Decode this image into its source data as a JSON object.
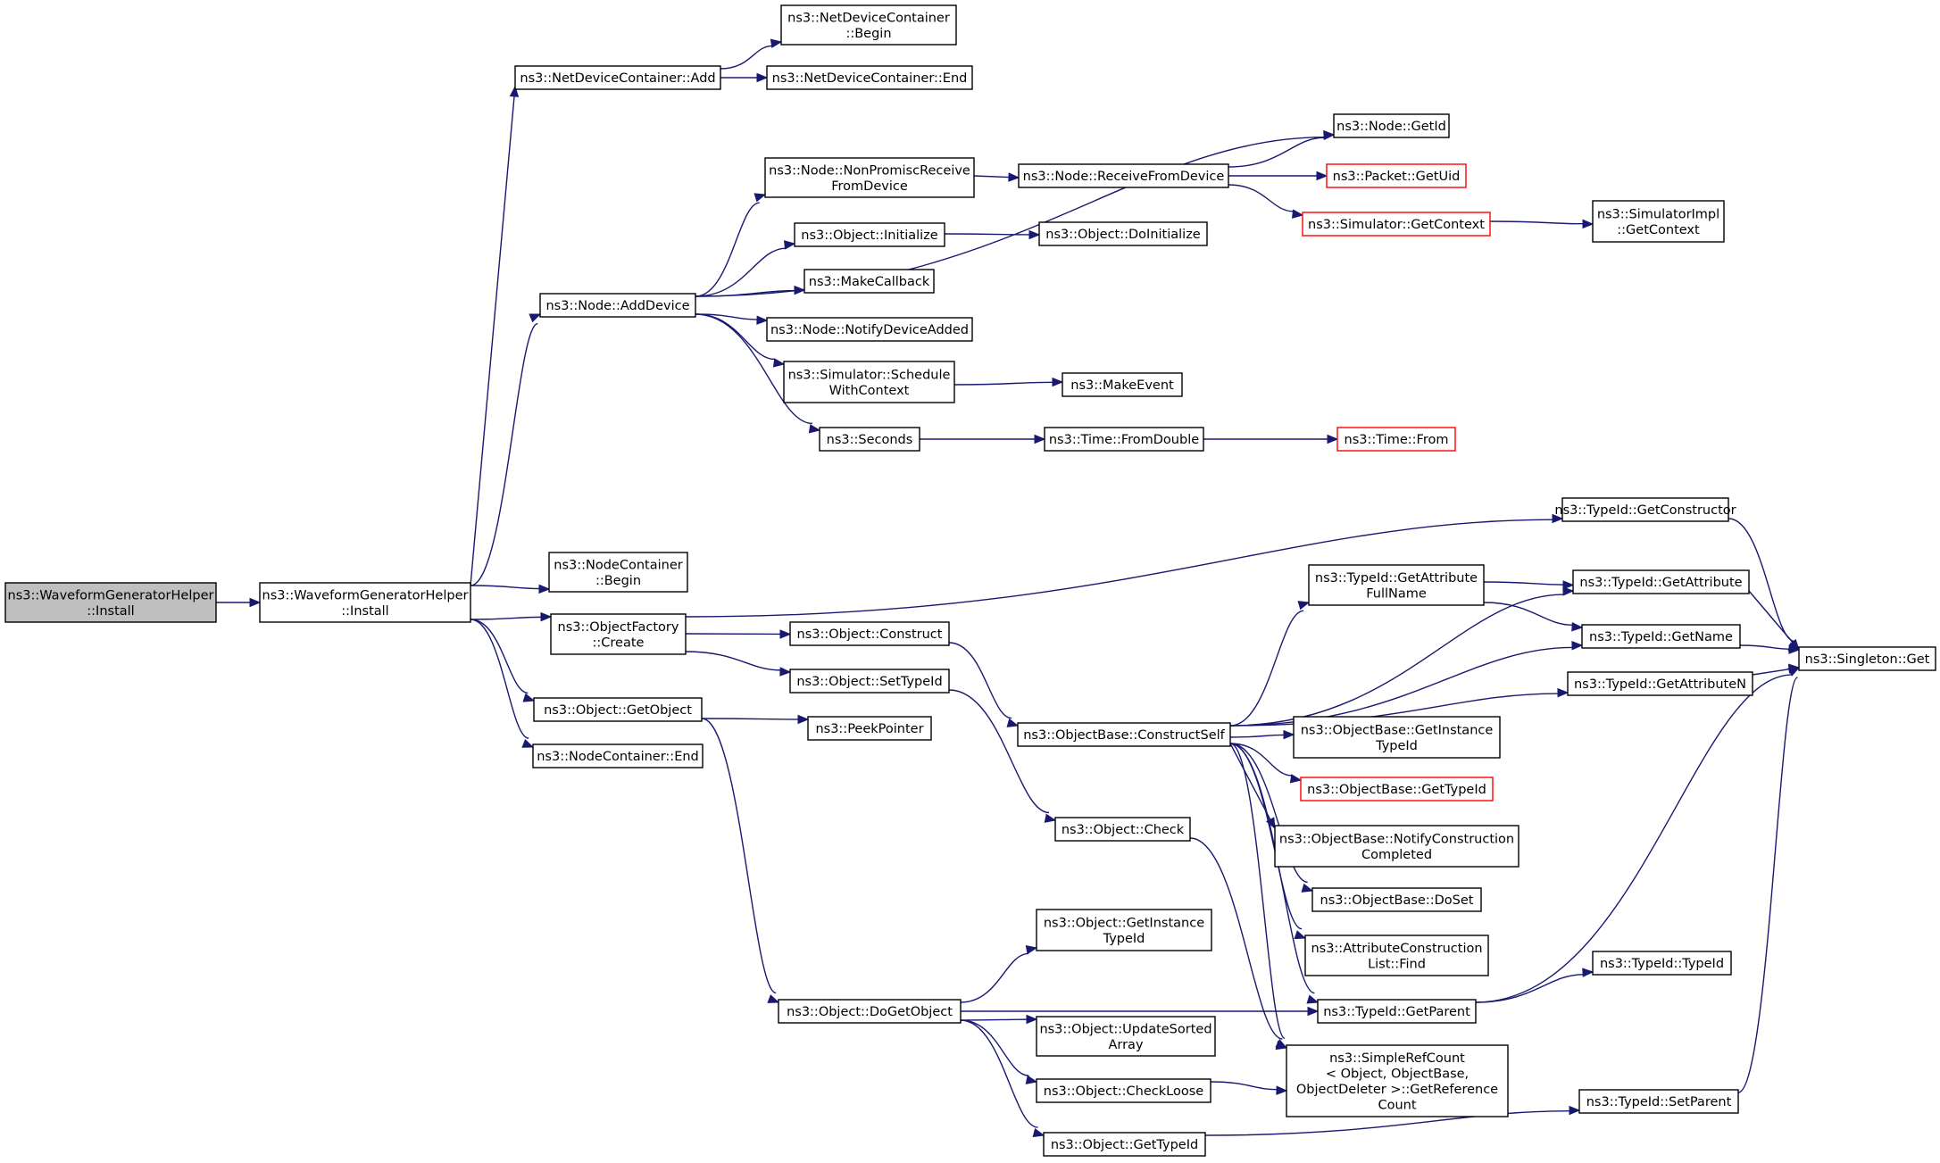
{
  "diagram": {
    "title": "",
    "colors": {
      "edge": "#191970",
      "node_border": "#000000",
      "node_border_truncated": "#ff0000",
      "node_fill": "#ffffff",
      "root_fill": "#bfbfbf",
      "text": "#000000"
    },
    "nodes": [
      {
        "id": "root",
        "lines": [
          "ns3::WaveformGeneratorHelper",
          "::Install"
        ],
        "style": "root"
      },
      {
        "id": "helper_install",
        "lines": [
          "ns3::WaveformGeneratorHelper",
          "::Install"
        ],
        "style": "normal"
      },
      {
        "id": "ndc_add",
        "lines": [
          "ns3::NetDeviceContainer::Add"
        ],
        "style": "normal"
      },
      {
        "id": "ndc_begin",
        "lines": [
          "ns3::NetDeviceContainer",
          "::Begin"
        ],
        "style": "normal"
      },
      {
        "id": "ndc_end",
        "lines": [
          "ns3::NetDeviceContainer::End"
        ],
        "style": "normal"
      },
      {
        "id": "node_getid",
        "lines": [
          "ns3::Node::GetId"
        ],
        "style": "normal"
      },
      {
        "id": "node_nonpromisc",
        "lines": [
          "ns3::Node::NonPromiscReceive",
          "FromDevice"
        ],
        "style": "normal"
      },
      {
        "id": "node_receive",
        "lines": [
          "ns3::Node::ReceiveFromDevice"
        ],
        "style": "normal"
      },
      {
        "id": "packet_getuid",
        "lines": [
          "ns3::Packet::GetUid"
        ],
        "style": "truncated"
      },
      {
        "id": "sim_getcontext",
        "lines": [
          "ns3::Simulator::GetContext"
        ],
        "style": "truncated"
      },
      {
        "id": "simimpl_getcontext",
        "lines": [
          "ns3::SimulatorImpl",
          "::GetContext"
        ],
        "style": "normal"
      },
      {
        "id": "obj_initialize",
        "lines": [
          "ns3::Object::Initialize"
        ],
        "style": "normal"
      },
      {
        "id": "obj_doinitialize",
        "lines": [
          "ns3::Object::DoInitialize"
        ],
        "style": "normal"
      },
      {
        "id": "node_adddevice",
        "lines": [
          "ns3::Node::AddDevice"
        ],
        "style": "normal"
      },
      {
        "id": "makecallback",
        "lines": [
          "ns3::MakeCallback"
        ],
        "style": "normal"
      },
      {
        "id": "node_notify",
        "lines": [
          "ns3::Node::NotifyDeviceAdded"
        ],
        "style": "normal"
      },
      {
        "id": "sim_schedule",
        "lines": [
          "ns3::Simulator::Schedule",
          "WithContext"
        ],
        "style": "normal"
      },
      {
        "id": "makeevent",
        "lines": [
          "ns3::MakeEvent"
        ],
        "style": "normal"
      },
      {
        "id": "seconds",
        "lines": [
          "ns3::Seconds"
        ],
        "style": "normal"
      },
      {
        "id": "time_fromdouble",
        "lines": [
          "ns3::Time::FromDouble"
        ],
        "style": "normal"
      },
      {
        "id": "time_from",
        "lines": [
          "ns3::Time::From"
        ],
        "style": "truncated"
      },
      {
        "id": "typeid_getconstructor",
        "lines": [
          "ns3::TypeId::GetConstructor"
        ],
        "style": "normal"
      },
      {
        "id": "nc_begin",
        "lines": [
          "ns3::NodeContainer",
          "::Begin"
        ],
        "style": "normal"
      },
      {
        "id": "typeid_getattrfullname",
        "lines": [
          "ns3::TypeId::GetAttribute",
          "FullName"
        ],
        "style": "normal"
      },
      {
        "id": "typeid_getattribute",
        "lines": [
          "ns3::TypeId::GetAttribute"
        ],
        "style": "normal"
      },
      {
        "id": "objfactory_create",
        "lines": [
          "ns3::ObjectFactory",
          "::Create"
        ],
        "style": "normal"
      },
      {
        "id": "obj_construct",
        "lines": [
          "ns3::Object::Construct"
        ],
        "style": "normal"
      },
      {
        "id": "typeid_getname",
        "lines": [
          "ns3::TypeId::GetName"
        ],
        "style": "normal"
      },
      {
        "id": "singleton_get",
        "lines": [
          "ns3::Singleton::Get"
        ],
        "style": "normal"
      },
      {
        "id": "obj_settypeid",
        "lines": [
          "ns3::Object::SetTypeId"
        ],
        "style": "normal"
      },
      {
        "id": "typeid_getattributen",
        "lines": [
          "ns3::TypeId::GetAttributeN"
        ],
        "style": "normal"
      },
      {
        "id": "obj_getobject",
        "lines": [
          "ns3::Object::GetObject"
        ],
        "style": "normal"
      },
      {
        "id": "peekpointer",
        "lines": [
          "ns3::PeekPointer"
        ],
        "style": "normal"
      },
      {
        "id": "objbase_constructself",
        "lines": [
          "ns3::ObjectBase::ConstructSelf"
        ],
        "style": "normal"
      },
      {
        "id": "objbase_getinstancetypeid",
        "lines": [
          "ns3::ObjectBase::GetInstance",
          "TypeId"
        ],
        "style": "normal"
      },
      {
        "id": "nc_end",
        "lines": [
          "ns3::NodeContainer::End"
        ],
        "style": "normal"
      },
      {
        "id": "objbase_gettypeid",
        "lines": [
          "ns3::ObjectBase::GetTypeId"
        ],
        "style": "truncated"
      },
      {
        "id": "obj_check",
        "lines": [
          "ns3::Object::Check"
        ],
        "style": "normal"
      },
      {
        "id": "objbase_notify",
        "lines": [
          "ns3::ObjectBase::NotifyConstruction",
          "Completed"
        ],
        "style": "normal"
      },
      {
        "id": "objbase_doset",
        "lines": [
          "ns3::ObjectBase::DoSet"
        ],
        "style": "normal"
      },
      {
        "id": "obj_getinstancetypeid",
        "lines": [
          "ns3::Object::GetInstance",
          "TypeId"
        ],
        "style": "normal"
      },
      {
        "id": "attrlist_find",
        "lines": [
          "ns3::AttributeConstruction",
          "List::Find"
        ],
        "style": "normal"
      },
      {
        "id": "typeid_typeid",
        "lines": [
          "ns3::TypeId::TypeId"
        ],
        "style": "normal"
      },
      {
        "id": "obj_dogetobject",
        "lines": [
          "ns3::Object::DoGetObject"
        ],
        "style": "normal"
      },
      {
        "id": "typeid_getparent",
        "lines": [
          "ns3::TypeId::GetParent"
        ],
        "style": "normal"
      },
      {
        "id": "obj_updatesorted",
        "lines": [
          "ns3::Object::UpdateSorted",
          "Array"
        ],
        "style": "normal"
      },
      {
        "id": "simplerefcount",
        "lines": [
          "ns3::SimpleRefCount",
          "< Object, ObjectBase,",
          "ObjectDeleter >::GetReference",
          "Count"
        ],
        "style": "normal"
      },
      {
        "id": "obj_checkloose",
        "lines": [
          "ns3::Object::CheckLoose"
        ],
        "style": "normal"
      },
      {
        "id": "typeid_setparent",
        "lines": [
          "ns3::TypeId::SetParent"
        ],
        "style": "normal"
      },
      {
        "id": "obj_gettypeid",
        "lines": [
          "ns3::Object::GetTypeId"
        ],
        "style": "normal"
      }
    ],
    "edges": [
      {
        "from": "root",
        "to": "helper_install"
      },
      {
        "from": "helper_install",
        "to": "ndc_add"
      },
      {
        "from": "helper_install",
        "to": "node_adddevice"
      },
      {
        "from": "helper_install",
        "to": "nc_begin"
      },
      {
        "from": "helper_install",
        "to": "objfactory_create"
      },
      {
        "from": "helper_install",
        "to": "obj_getobject"
      },
      {
        "from": "helper_install",
        "to": "nc_end"
      },
      {
        "from": "ndc_add",
        "to": "ndc_begin"
      },
      {
        "from": "ndc_add",
        "to": "ndc_end"
      },
      {
        "from": "node_adddevice",
        "to": "node_getid"
      },
      {
        "from": "node_adddevice",
        "to": "node_nonpromisc"
      },
      {
        "from": "node_adddevice",
        "to": "obj_initialize"
      },
      {
        "from": "node_adddevice",
        "to": "makecallback"
      },
      {
        "from": "node_adddevice",
        "to": "node_notify"
      },
      {
        "from": "node_adddevice",
        "to": "sim_schedule"
      },
      {
        "from": "node_adddevice",
        "to": "seconds"
      },
      {
        "from": "node_nonpromisc",
        "to": "node_receive"
      },
      {
        "from": "node_receive",
        "to": "node_getid"
      },
      {
        "from": "node_receive",
        "to": "packet_getuid"
      },
      {
        "from": "node_receive",
        "to": "sim_getcontext"
      },
      {
        "from": "sim_getcontext",
        "to": "simimpl_getcontext"
      },
      {
        "from": "obj_initialize",
        "to": "obj_doinitialize"
      },
      {
        "from": "sim_schedule",
        "to": "makeevent"
      },
      {
        "from": "seconds",
        "to": "time_fromdouble"
      },
      {
        "from": "time_fromdouble",
        "to": "time_from"
      },
      {
        "from": "objfactory_create",
        "to": "typeid_getconstructor"
      },
      {
        "from": "objfactory_create",
        "to": "obj_construct"
      },
      {
        "from": "objfactory_create",
        "to": "obj_settypeid"
      },
      {
        "from": "typeid_getconstructor",
        "to": "singleton_get"
      },
      {
        "from": "obj_construct",
        "to": "objbase_constructself"
      },
      {
        "from": "obj_settypeid",
        "to": "obj_check"
      },
      {
        "from": "obj_getobject",
        "to": "peekpointer"
      },
      {
        "from": "obj_getobject",
        "to": "obj_dogetobject"
      },
      {
        "from": "objbase_constructself",
        "to": "typeid_getattrfullname"
      },
      {
        "from": "objbase_constructself",
        "to": "typeid_getattribute"
      },
      {
        "from": "objbase_constructself",
        "to": "typeid_getname"
      },
      {
        "from": "objbase_constructself",
        "to": "typeid_getattributen"
      },
      {
        "from": "objbase_constructself",
        "to": "objbase_getinstancetypeid"
      },
      {
        "from": "objbase_constructself",
        "to": "objbase_gettypeid"
      },
      {
        "from": "objbase_constructself",
        "to": "objbase_notify"
      },
      {
        "from": "objbase_constructself",
        "to": "objbase_doset"
      },
      {
        "from": "objbase_constructself",
        "to": "attrlist_find"
      },
      {
        "from": "objbase_constructself",
        "to": "typeid_getparent"
      },
      {
        "from": "objbase_constructself",
        "to": "simplerefcount"
      },
      {
        "from": "typeid_getattrfullname",
        "to": "typeid_getattribute"
      },
      {
        "from": "typeid_getattrfullname",
        "to": "typeid_getname"
      },
      {
        "from": "typeid_getattribute",
        "to": "singleton_get"
      },
      {
        "from": "typeid_getname",
        "to": "singleton_get"
      },
      {
        "from": "typeid_getattributen",
        "to": "singleton_get"
      },
      {
        "from": "obj_check",
        "to": "simplerefcount"
      },
      {
        "from": "obj_dogetobject",
        "to": "obj_getinstancetypeid"
      },
      {
        "from": "obj_dogetobject",
        "to": "typeid_getparent"
      },
      {
        "from": "obj_dogetobject",
        "to": "obj_updatesorted"
      },
      {
        "from": "obj_dogetobject",
        "to": "obj_checkloose"
      },
      {
        "from": "obj_dogetobject",
        "to": "obj_gettypeid"
      },
      {
        "from": "typeid_getparent",
        "to": "typeid_typeid"
      },
      {
        "from": "typeid_getparent",
        "to": "singleton_get"
      },
      {
        "from": "obj_checkloose",
        "to": "simplerefcount"
      },
      {
        "from": "obj_gettypeid",
        "to": "typeid_setparent"
      },
      {
        "from": "typeid_setparent",
        "to": "singleton_get"
      }
    ]
  }
}
